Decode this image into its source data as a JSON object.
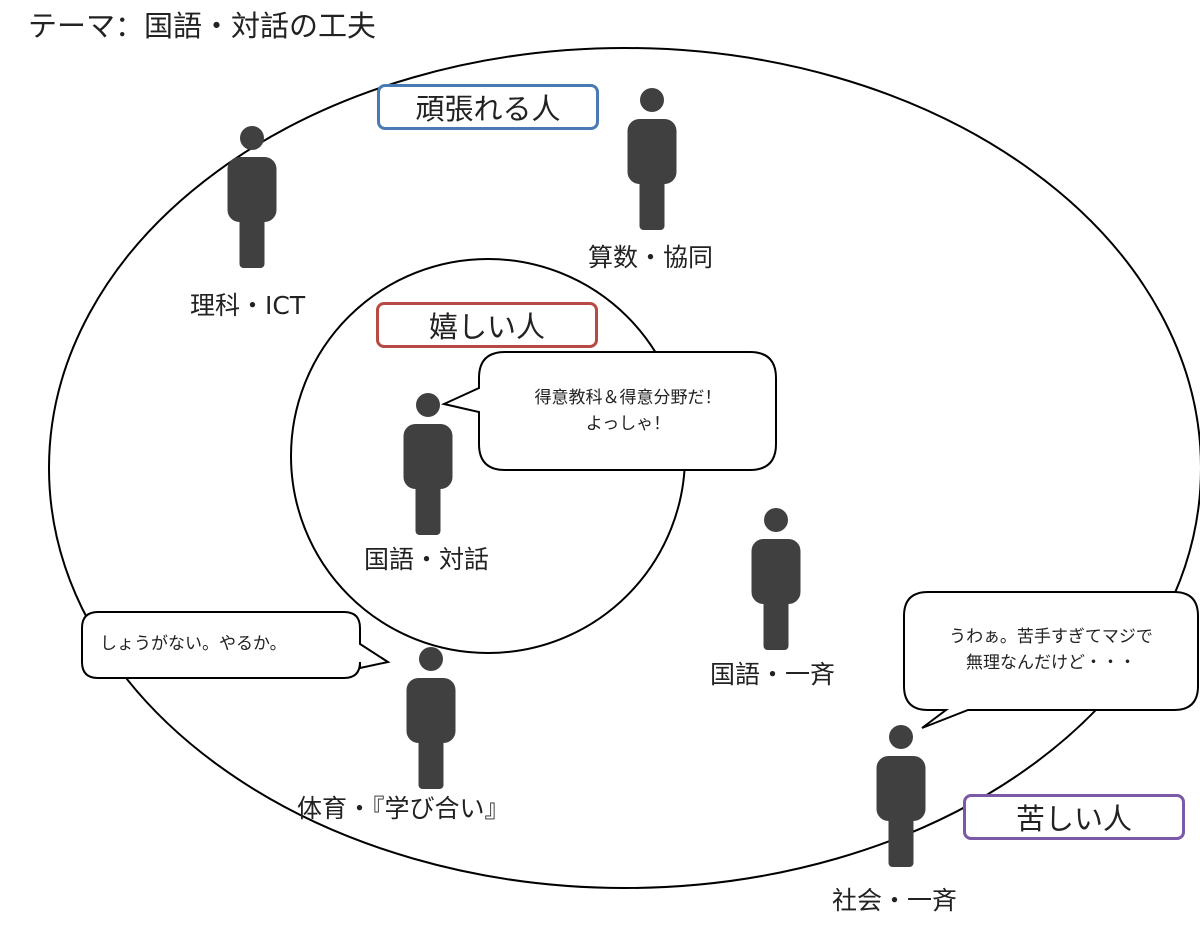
{
  "theme": "テーマ：国語・対話の工夫",
  "groups": {
    "hard_working": "頑張れる人",
    "happy": "嬉しい人",
    "struggling": "苦しい人"
  },
  "people": {
    "science": "理科・ICT",
    "math": "算数・協同",
    "japanese_dialogue": "国語・対話",
    "japanese_uniform": "国語・一斉",
    "pe": "体育・『学び合い』",
    "social": "社会・一斉"
  },
  "bubbles": {
    "happy": {
      "line1": "得意教科＆得意分野だ！",
      "line2": "よっしゃ！"
    },
    "pe": {
      "line1": "しょうがない。やるか。"
    },
    "struggling": {
      "line1": "うわぁ。苦手すぎてマジで",
      "line2": "無理なんだけど・・・"
    }
  },
  "colors": {
    "hard_working_border": "#4a7ab4",
    "happy_border": "#b84a44",
    "struggling_border": "#7a5aa6",
    "figure": "#404040"
  }
}
